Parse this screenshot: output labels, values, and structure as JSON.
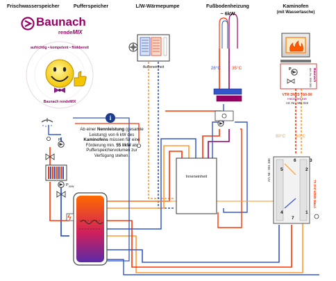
{
  "headers": {
    "frischwasser": "Frischwasserspeicher",
    "puffer": "Pufferspeicher",
    "waermepumpe": "L/W-Wärmepumpe",
    "fussboden": "Fußbodenheizung",
    "fussboden_power": "~ 6kW",
    "kaminofen": "Kaminofen",
    "kaminofen_sub": "(mit Wassertasche)"
  },
  "logo": {
    "brand": "Baunach",
    "sub1": "rende",
    "sub2": "MIX",
    "ring_text": "aufrichtig • kompetent • flinkbereit",
    "ring_bottom": "Baunach rendeMIX"
  },
  "heat_pump": {
    "outdoor_label": "Außeneinheit"
  },
  "indoor_unit": {
    "label": "Inneneinheit"
  },
  "floor": {
    "temp_low": "28°C",
    "temp_high": "35°C"
  },
  "fireplace": {
    "brand_line1": "Baunach",
    "brand_line2": "rendeMIX",
    "art_top": "Art.-Nr.: 996 083",
    "pump_label": "P",
    "pump_sub": "K",
    "vtr_line1": "VTR DN25 T60-90",
    "vtr_line2": "Heizwert-Set",
    "vtr_art": "Art.-Nr.: 996 022",
    "temp_left": "80°C",
    "temp_right": "60°C",
    "side_text_left": "Art.-Nr.: 001 330",
    "side_text_right": "VTRD DN25 2x3 LL",
    "ports": [
      "6",
      "3",
      "5",
      "2",
      "4",
      "1",
      "7"
    ]
  },
  "fresh_water": {
    "pump_p1": "P",
    "pump_p1_sub": "1",
    "pump_pww": "P",
    "pump_pww_sub": "WW"
  },
  "info": {
    "icon": "i",
    "text_1": "Ab einer",
    "text_bold_1": "Nennleistung",
    "text_2": "(gesamte Leistung) von 6 kW des",
    "text_bold_2": "Kaminofens",
    "text_3": "müssen für eine Förderung min.",
    "text_bold_3": "55 l/kW",
    "text_4": "als Pufferspeichervolumen zur Verfügung stehen."
  },
  "colors": {
    "hot": "#ff3300",
    "warm": "#ff9933",
    "cold": "#2233aa",
    "return": "#3355cc",
    "purple": "#990066",
    "tank_top": "#ff5500",
    "tank_bottom": "#6633aa"
  }
}
